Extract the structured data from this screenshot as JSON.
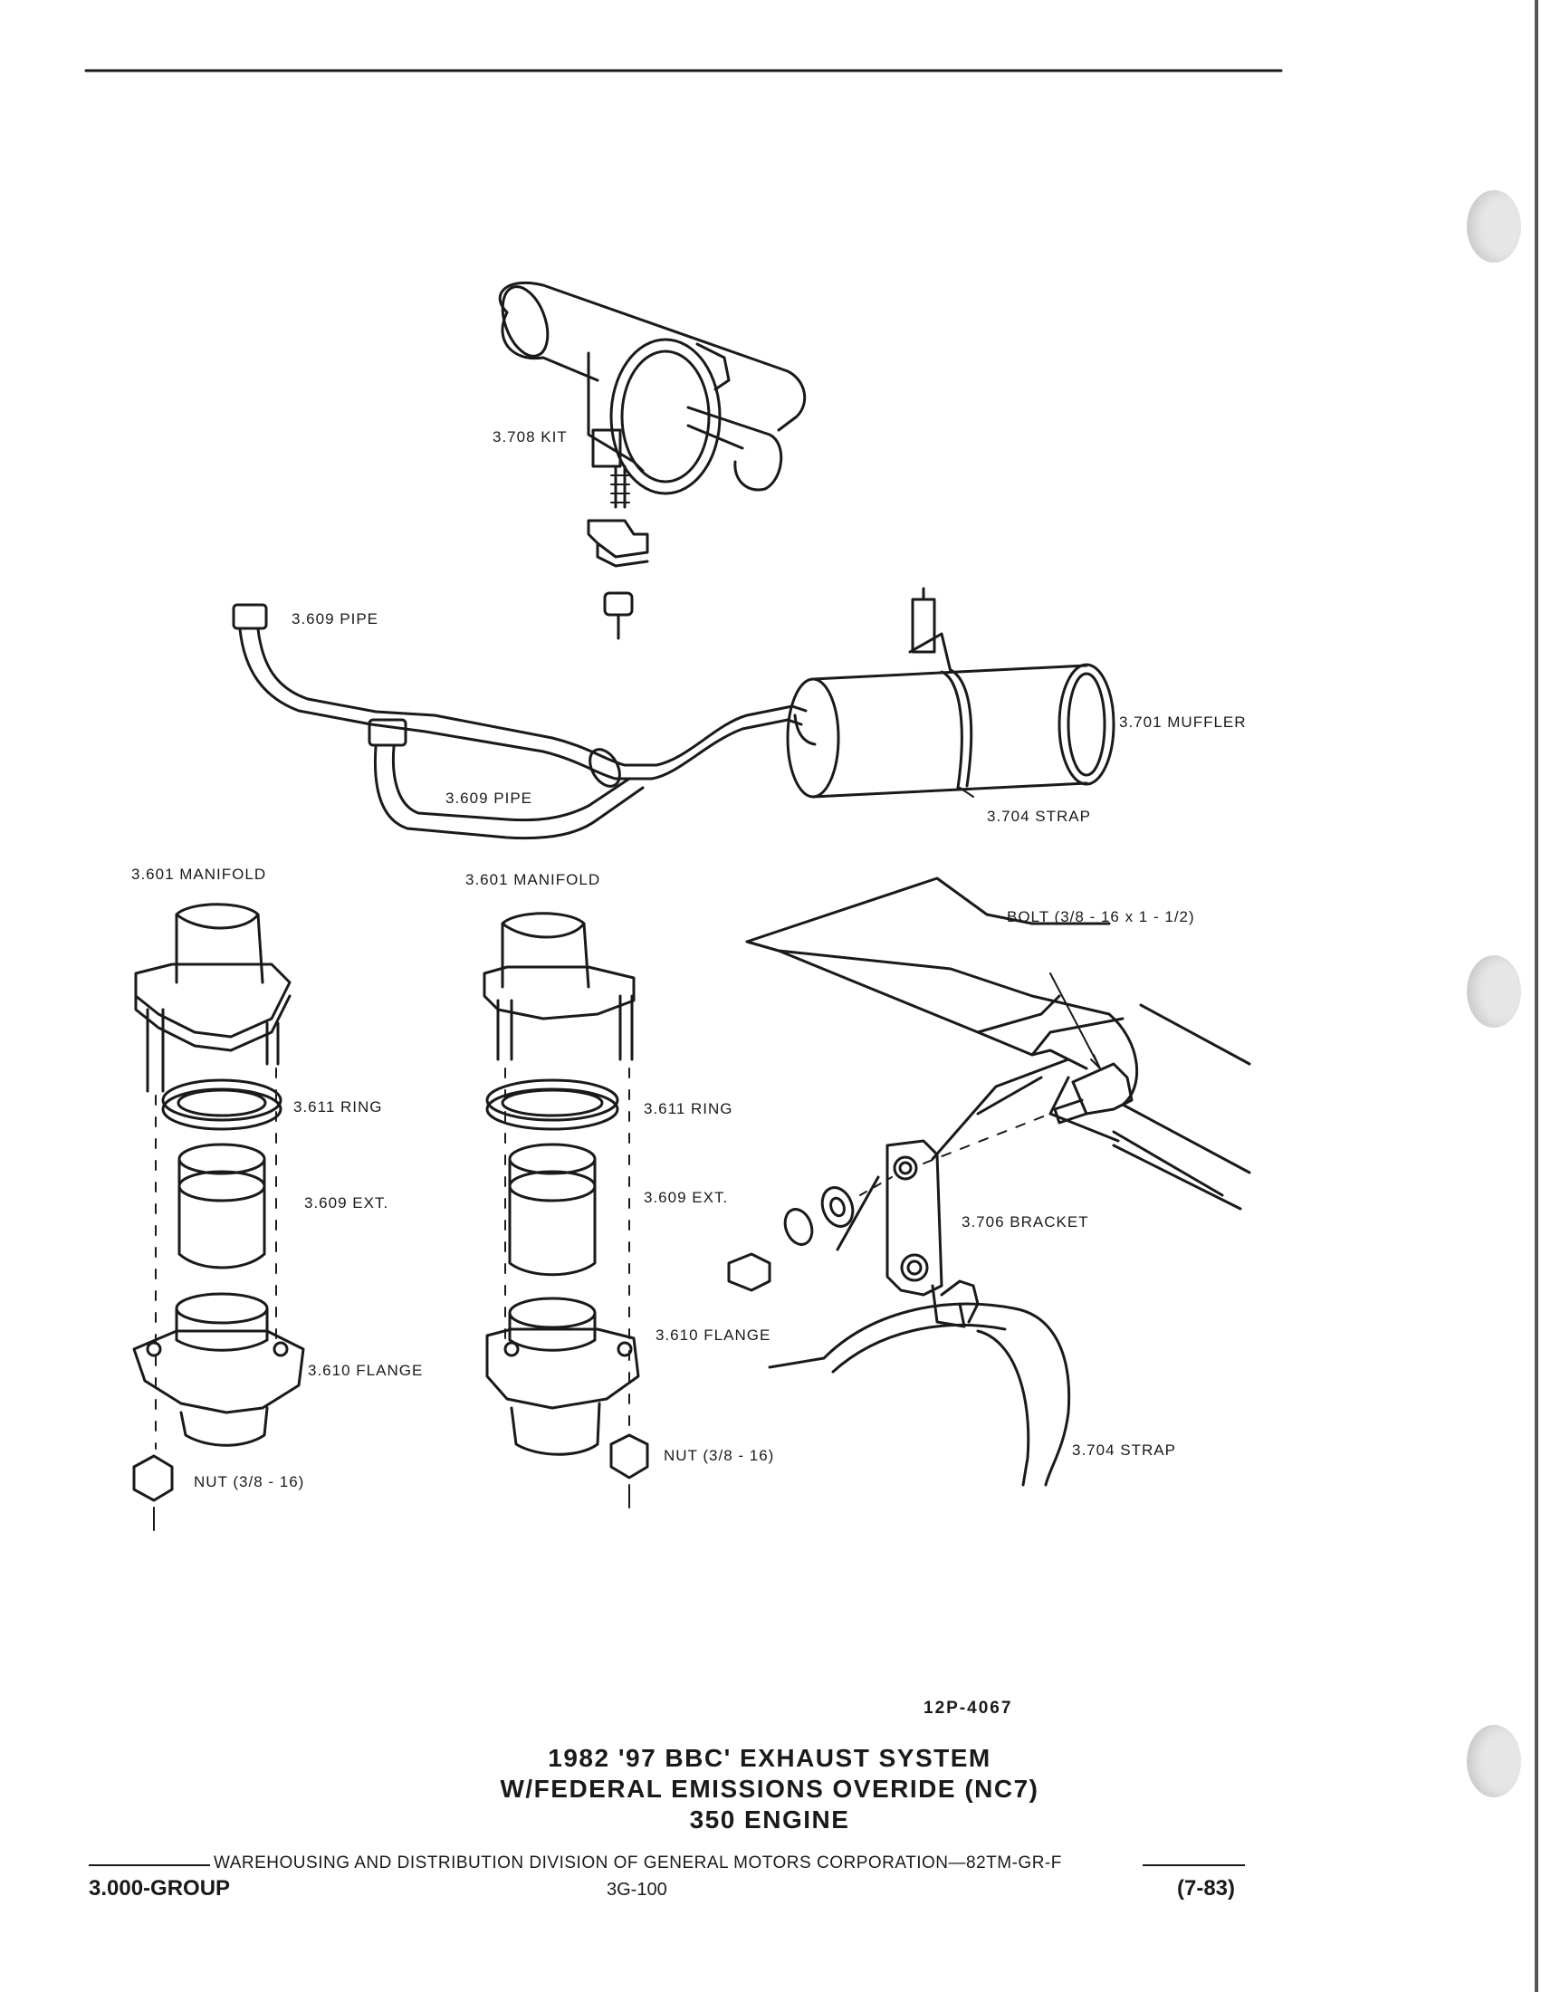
{
  "labels": {
    "kit": "3.708 KIT",
    "pipe_upper": "3.609 PIPE",
    "pipe_lower": "3.609 PIPE",
    "muffler": "3.701 MUFFLER",
    "strap_upper": "3.704 STRAP",
    "manifold_left": "3.601 MANIFOLD",
    "manifold_center": "3.601 MANIFOLD",
    "bolt": "BOLT (3/8 - 16 x 1 - 1/2)",
    "ring_left": "3.611 RING",
    "ring_center": "3.611 RING",
    "ext_left": "3.609 EXT.",
    "ext_center": "3.609 EXT.",
    "bracket": "3.706 BRACKET",
    "flange_center": "3.610 FLANGE",
    "flange_left": "3.610 FLANGE",
    "nut_center": "NUT (3/8 - 16)",
    "strap_lower": "3.704 STRAP",
    "nut_left": "NUT (3/8 - 16)"
  },
  "figure_number": "12P-4067",
  "title": {
    "line1": "1982 '97 BBC' EXHAUST SYSTEM",
    "line2": "W/FEDERAL EMISSIONS OVERIDE (NC7)",
    "line3": "350 ENGINE"
  },
  "footer": {
    "line": "WAREHOUSING AND DISTRIBUTION  DIVISION OF GENERAL MOTORS CORPORATION—82TM-GR-F",
    "group": "3.000-GROUP",
    "page": "3G-100",
    "date": "(7-83)"
  }
}
